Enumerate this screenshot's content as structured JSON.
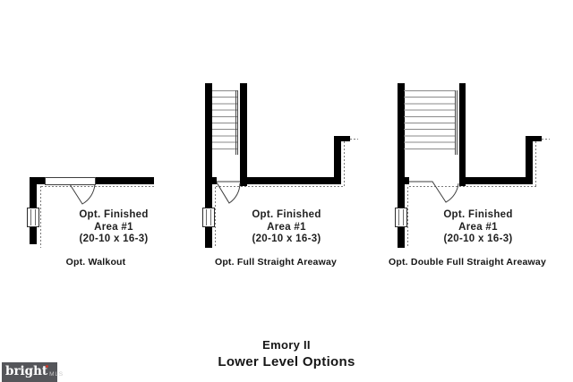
{
  "plans": [
    {
      "caption": "Opt. Walkout",
      "area_label_line1": "Opt. Finished",
      "area_label_line2": "Area #1",
      "area_dimensions": "(20-10 x 16-3)"
    },
    {
      "caption": "Opt. Full Straight Areaway",
      "area_label_line1": "Opt. Finished",
      "area_label_line2": "Area #1",
      "area_dimensions": "(20-10 x 16-3)"
    },
    {
      "caption": "Opt. Double Full Straight Areaway",
      "area_label_line1": "Opt. Finished",
      "area_label_line2": "Area #1",
      "area_dimensions": "(20-10 x 16-3)"
    }
  ],
  "footer": {
    "plan_name": "Emory II",
    "sheet_title": "Lower Level Options"
  },
  "watermark": {
    "brand": "bright",
    "suffix": "MLS"
  },
  "colors": {
    "wall": "#000000",
    "dashed_boundary": "#7a7a7a",
    "stair_tread": "#8a8a8a",
    "text": "#1f1f1f",
    "watermark_background": "#55565a",
    "watermark_accent": "#cf3a2b"
  }
}
